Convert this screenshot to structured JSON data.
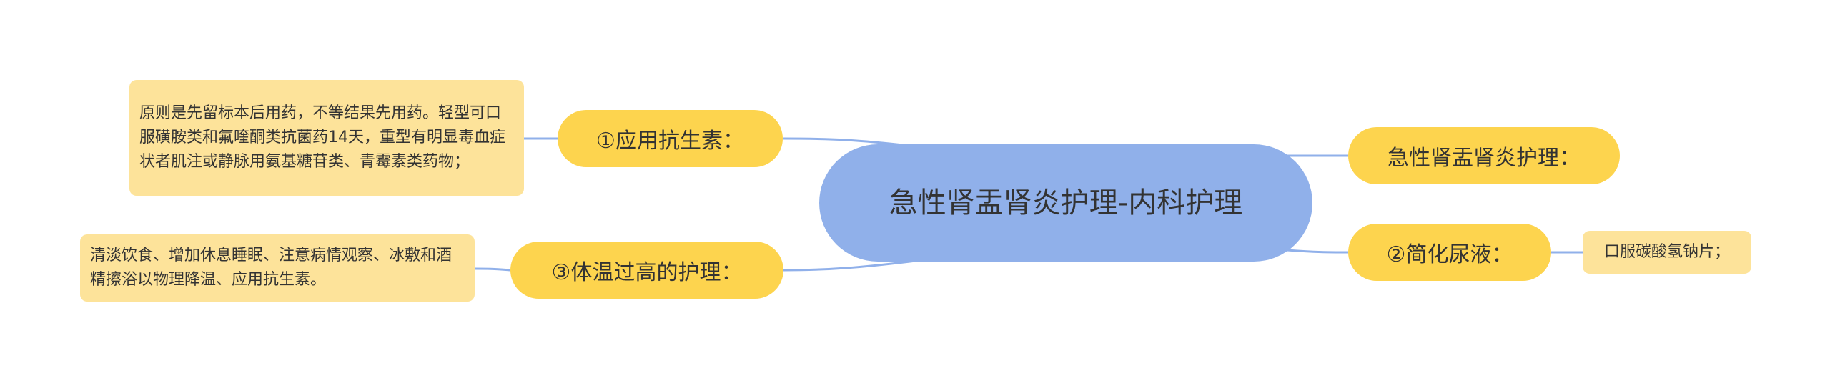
{
  "colors": {
    "root_fill": "#90b0ea",
    "branch_fill": "#fdd44e",
    "leaf_fill": "#fde39a",
    "line": "#90b0ea"
  },
  "root": {
    "label": "急性肾盂肾炎护理-内科护理"
  },
  "branches": {
    "antibiotic": {
      "label": "①应用抗生素："
    },
    "fever": {
      "label": "③体温过高的护理："
    },
    "nursing": {
      "label": "急性肾盂肾炎护理："
    },
    "urine": {
      "label": "②简化尿液："
    }
  },
  "leaves": {
    "antibiotic": "原则是先留标本后用药，不等结果先用药。轻型可口服磺胺类和氟喹酮类抗菌药14天，重型有明显毒血症状者肌注或静脉用氨基糖苷类、青霉素类药物；",
    "fever": "清淡饮食、增加休息睡眠、注意病情观察、冰敷和酒精擦浴以物理降温、应用抗生素。",
    "urine": "口服碳酸氢钠片；"
  }
}
